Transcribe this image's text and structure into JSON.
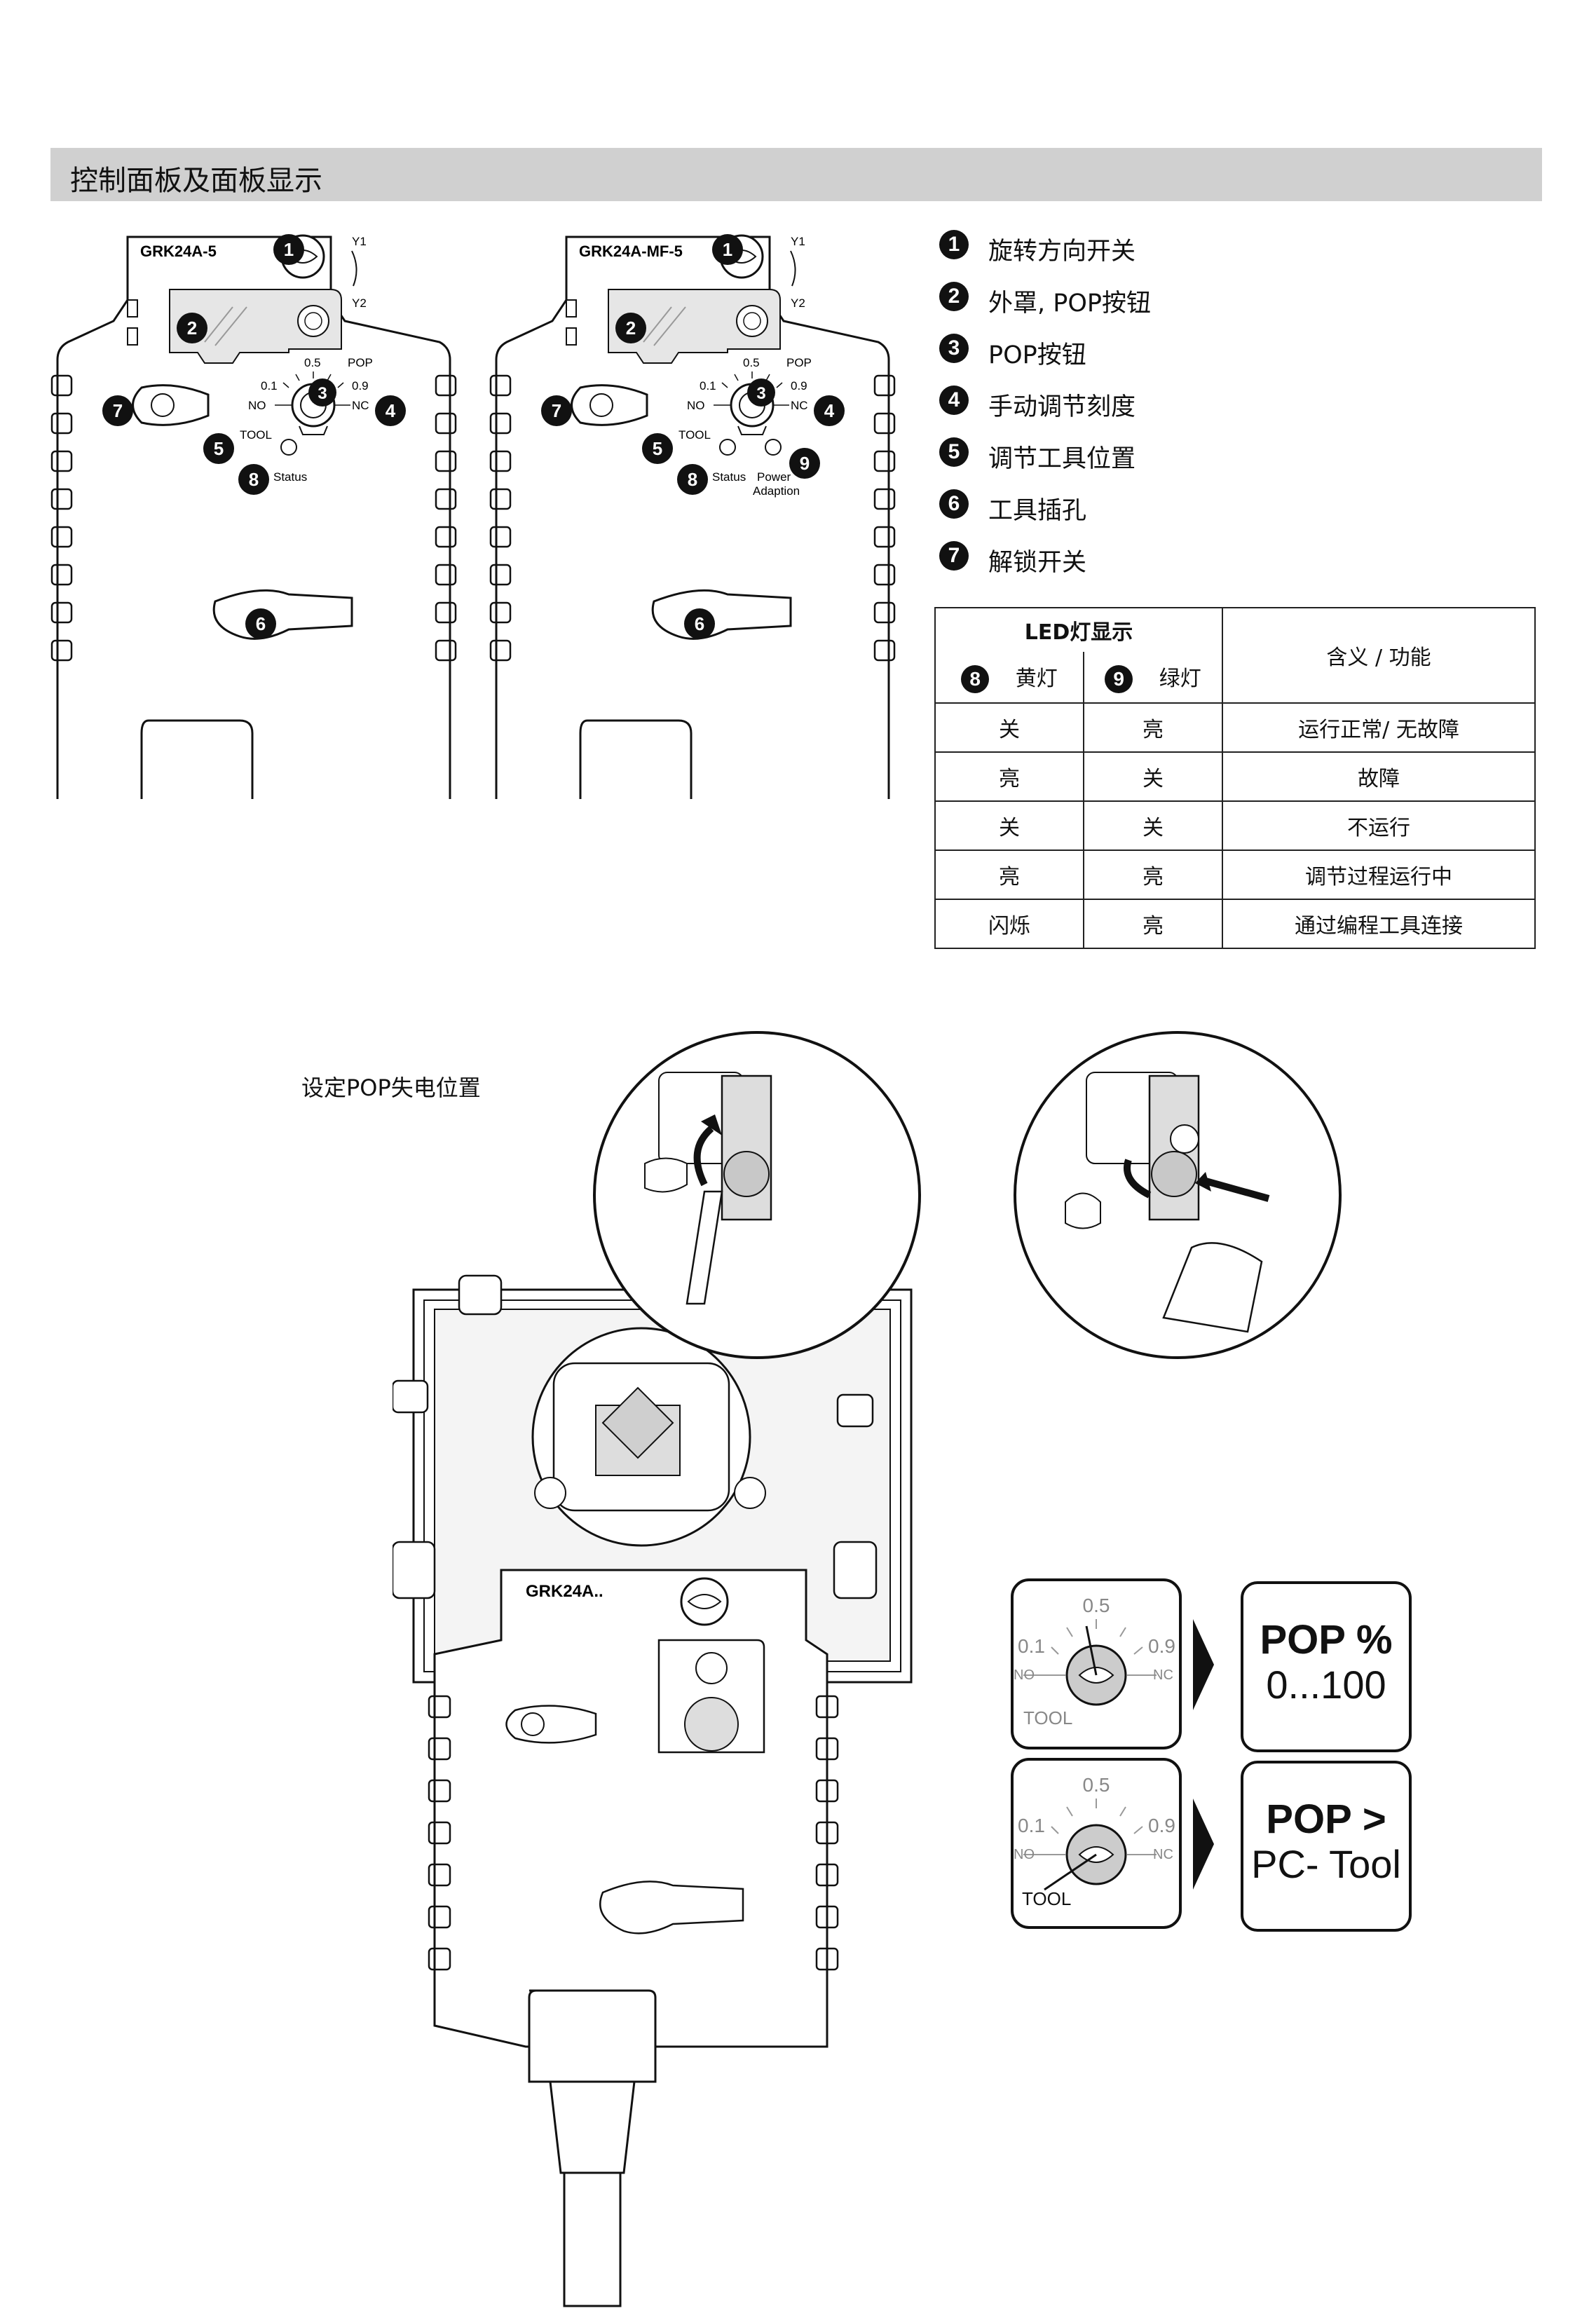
{
  "section": {
    "title": "控制面板及面板显示"
  },
  "panels": [
    {
      "model": "GRK24A-5",
      "y1": "Y1",
      "y2": "Y2",
      "scale_05": "0.5",
      "scale_01": "0.1",
      "scale_09": "0.9",
      "pop": "POP",
      "no": "NO",
      "nc": "NC",
      "tool": "TOOL",
      "status": "Status"
    },
    {
      "model": "GRK24A-MF-5",
      "y1": "Y1",
      "y2": "Y2",
      "scale_05": "0.5",
      "scale_01": "0.1",
      "scale_09": "0.9",
      "pop": "POP",
      "no": "NO",
      "nc": "NC",
      "tool": "TOOL",
      "status": "Status",
      "power": "Power",
      "adaption": "Adaption"
    }
  ],
  "markers": [
    "1",
    "2",
    "3",
    "4",
    "5",
    "6",
    "7",
    "8",
    "9"
  ],
  "legend": [
    {
      "num": "1",
      "text": "旋转方向开关"
    },
    {
      "num": "2",
      "text": "外罩, POP按钮"
    },
    {
      "num": "3",
      "text": "POP按钮"
    },
    {
      "num": "4",
      "text": "手动调节刻度"
    },
    {
      "num": "5",
      "text": "调节工具位置"
    },
    {
      "num": "6",
      "text": "工具插孔"
    },
    {
      "num": "7",
      "text": "解锁开关"
    }
  ],
  "led_table": {
    "header_led": "LED灯显示",
    "header_meaning": "含义 / 功能",
    "col8_num": "8",
    "col8_label": "黄灯",
    "col9_num": "9",
    "col9_label": "绿灯",
    "rows": [
      [
        "关",
        "亮",
        "运行正常/ 无故障"
      ],
      [
        "亮",
        "关",
        "故障"
      ],
      [
        "关",
        "关",
        "不运行"
      ],
      [
        "亮",
        "亮",
        "调节过程运行中"
      ],
      [
        "闪烁",
        "亮",
        "通过编程工具连接"
      ]
    ]
  },
  "pop_setting": {
    "title": "设定POP失电位置",
    "device_label": "GRK24A..",
    "dial_labels": {
      "s05": "0.5",
      "s01": "0.1",
      "s09": "0.9",
      "no": "NO",
      "nc": "NC",
      "tool": "TOOL"
    },
    "result_1": {
      "line1": "POP %",
      "line2": "0...100"
    },
    "result_2": {
      "line1": "POP >",
      "line2": "PC- Tool"
    }
  }
}
